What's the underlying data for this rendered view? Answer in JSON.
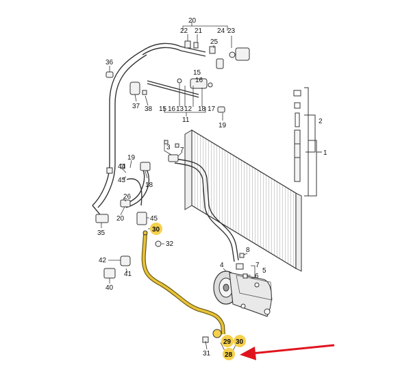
{
  "callouts": {
    "n1": "1",
    "n2": "2",
    "n3": "3",
    "n4": "4",
    "n5": "5",
    "n6": "6",
    "n7": "7",
    "n8": "8",
    "n11": "11",
    "n12": "12",
    "n13": "13",
    "n15a": "15",
    "n15b": "15",
    "n16a": "16",
    "n16b": "16",
    "n17": "17",
    "n18a": "18",
    "n18b": "18",
    "n19a": "19",
    "n19b": "19",
    "n20a": "20",
    "n20b": "20",
    "n21": "21",
    "n22": "22",
    "n23": "23",
    "n24": "24",
    "n25": "25",
    "n26": "26",
    "n31": "31",
    "n32": "32",
    "n35": "35",
    "n36": "36",
    "n37": "37",
    "n38": "38",
    "n40": "40",
    "n41": "41",
    "n42": "42",
    "n43": "43",
    "n44": "44",
    "n45": "45"
  },
  "highlighted": {
    "h28": "28",
    "h29": "29",
    "h30a": "30",
    "h30b": "30"
  },
  "colors": {
    "highlight": "#f5d04a",
    "line": "#333333",
    "hose_highlight": "#e8c23a",
    "arrow": "#e0141e"
  }
}
